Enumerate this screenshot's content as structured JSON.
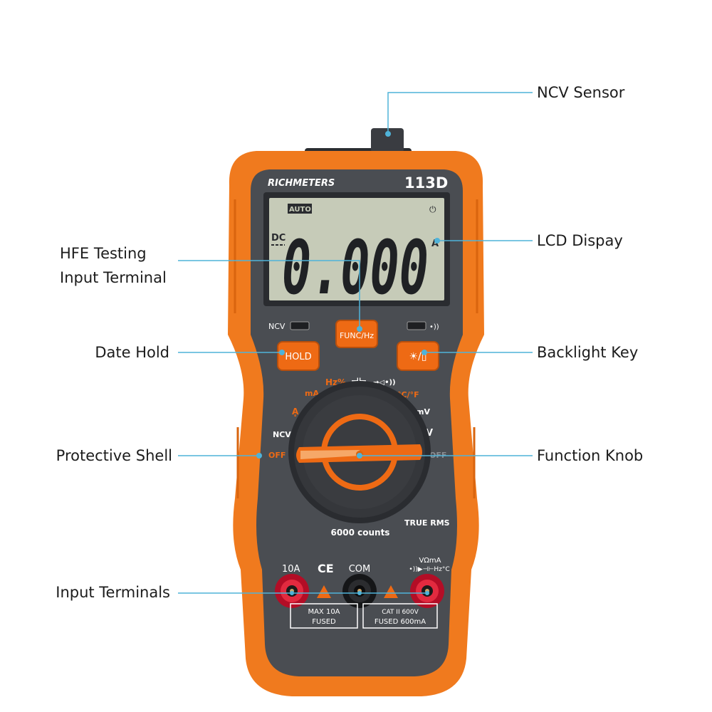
{
  "device": {
    "brand": "RICHMETERS",
    "model": "113D",
    "lcd": {
      "auto": "AUTO",
      "dc": "DC",
      "reading": "0.000",
      "unit": "A",
      "power_symbol": "⏻"
    },
    "indicators": {
      "ncv": "NCV",
      "sound": "•))"
    },
    "buttons": {
      "func": "FUNC/Hz",
      "hold": "HOLD",
      "backlight": "☀/▯"
    },
    "dial": {
      "positions": [
        "OFF",
        "NCV",
        "Ḁ",
        "mA",
        "Hz%",
        "⊣⊢",
        "→◁•))",
        "°C/°F",
        "mV",
        "V",
        "OFF"
      ]
    },
    "counts": "6000 counts",
    "true_rms": "TRUE RMS",
    "terminals": {
      "left_label": "10A",
      "ce": "CE",
      "com_label": "COM",
      "right_label_top": "VΩmA",
      "right_label_bottom": "•))▶⊣⊢Hz°C",
      "left_rating_1": "MAX 10A",
      "left_rating_2": "FUSED",
      "right_rating_1": "CAT II 600V",
      "right_rating_2": "FUSED  600mA"
    }
  },
  "callouts": {
    "ncv_sensor": "NCV Sensor",
    "lcd_display": "LCD Dispay",
    "hfe_line1": "HFE Testing",
    "hfe_line2": "Input Terminal",
    "date_hold": "Date Hold",
    "backlight_key": "Backlight Key",
    "protective_shell": "Protective Shell",
    "function_knob": "Function Knob",
    "input_terminals": "Input Terminals"
  },
  "colors": {
    "shell_orange": "#f07a1e",
    "body_gray": "#4a4d52",
    "lcd_green": "#c6cbb8",
    "callout_line": "#4fb3d9",
    "red_terminal": "#c8102e"
  }
}
